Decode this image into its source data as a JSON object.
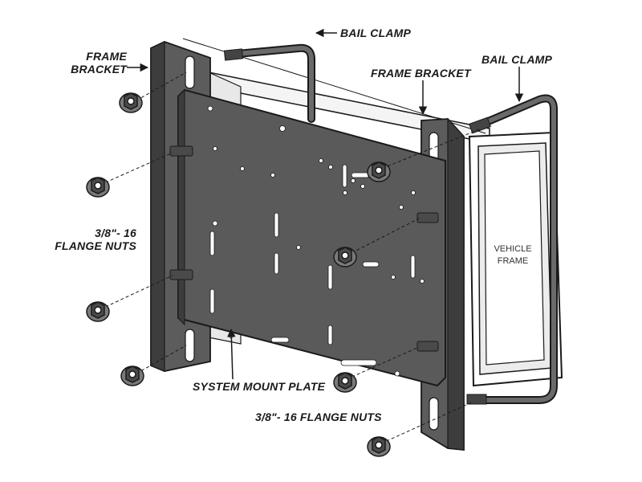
{
  "labels": {
    "frame_bracket_left_line1": "FRAME",
    "frame_bracket_left_line2": "BRACKET",
    "bail_clamp_top": "BAIL CLAMP",
    "frame_bracket_right": "FRAME BRACKET",
    "bail_clamp_right": "BAIL CLAMP",
    "flange_nuts_left_line1": "3/8\"- 16",
    "flange_nuts_left_line2": "FLANGE NUTS",
    "vehicle_frame_line1": "VEHICLE",
    "vehicle_frame_line2": "FRAME",
    "system_mount_plate": "SYSTEM MOUNT PLATE",
    "flange_nuts_bottom": "3/8\"- 16 FLANGE NUTS"
  },
  "colors": {
    "plate": "#555555",
    "plate_dark": "#3d3d3d",
    "outline": "#1a1a1a",
    "frame_fill": "#ececec",
    "background": "#ffffff"
  }
}
